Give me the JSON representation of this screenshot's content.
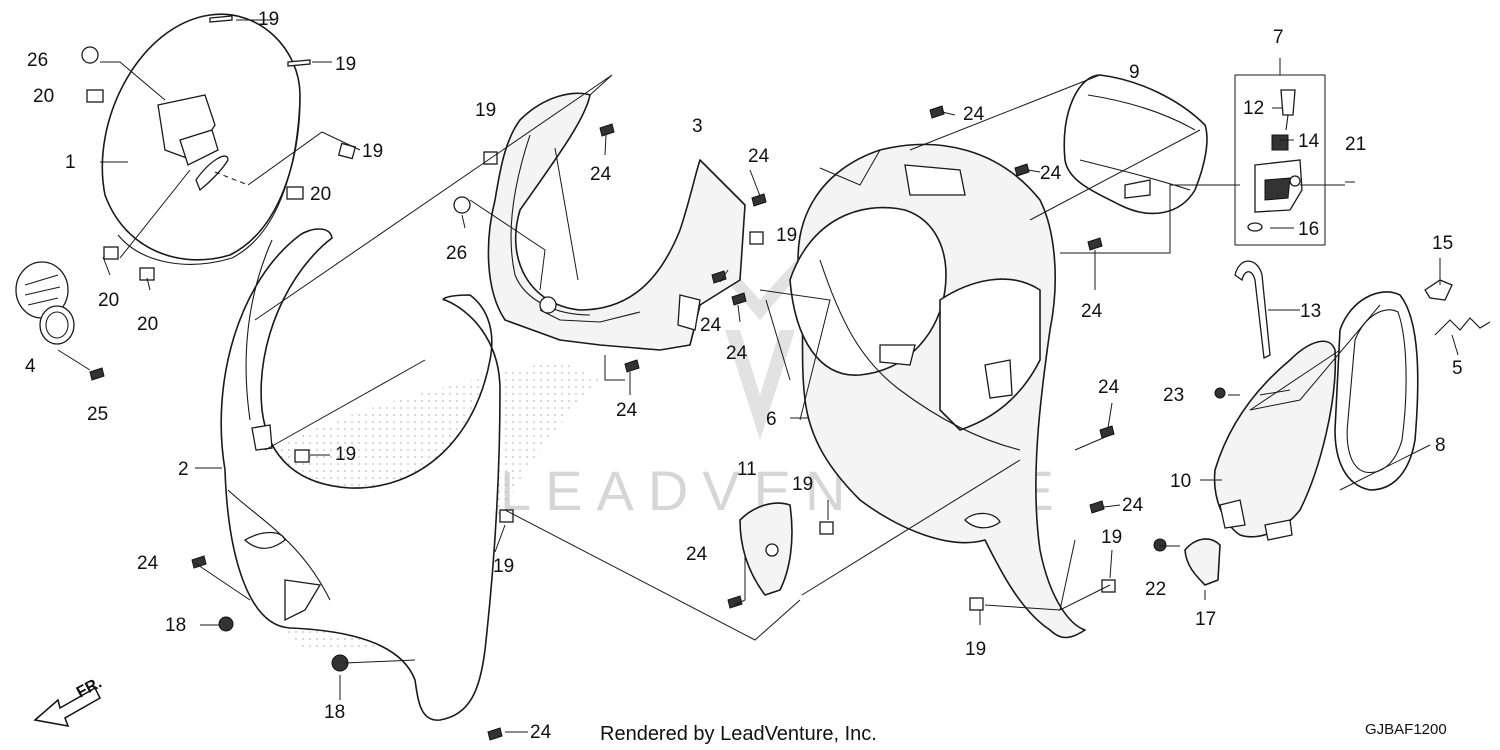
{
  "diagram": {
    "callouts": {
      "p1": "1",
      "p2": "2",
      "p3": "3",
      "p4": "4",
      "p5": "5",
      "p6": "6",
      "p7": "7",
      "p8": "8",
      "p9": "9",
      "p10": "10",
      "p11": "11",
      "p12": "12",
      "p13": "13",
      "p14": "14",
      "p15": "15",
      "p16": "16",
      "p17": "17",
      "p18": "18",
      "p19": "19",
      "p20": "20",
      "p21": "21",
      "p22": "22",
      "p23": "23",
      "p24": "24",
      "p25": "25",
      "p26": "26"
    },
    "watermark": "LEADVENTURE",
    "direction_label": "FR.",
    "footer_credit": "Rendered by LeadVenture, Inc.",
    "diagram_code": "GJBAF1200"
  }
}
